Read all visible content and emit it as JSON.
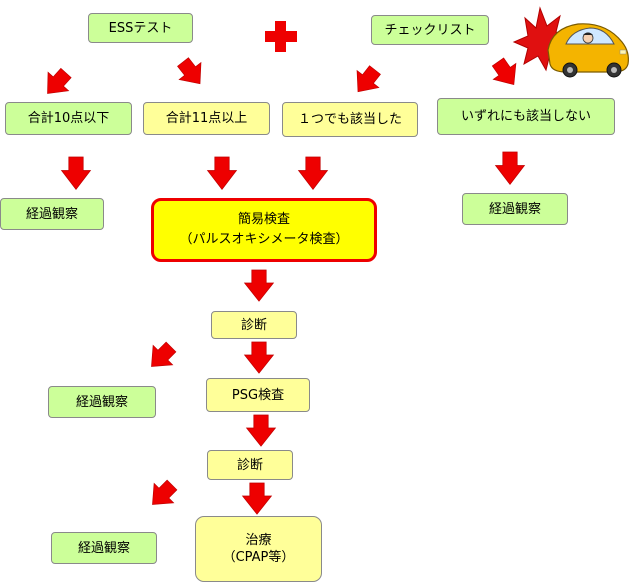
{
  "nodes": {
    "ess_test": "ESSテスト",
    "checklist": "チェックリスト",
    "total_10_or_less": "合計10点以下",
    "total_11_or_more": "合計11点以上",
    "any_applies": "１つでも該当した",
    "none_applies": "いずれにも該当しない",
    "observe_1": "経過観察",
    "observe_2": "経過観察",
    "observe_3": "経過観察",
    "observe_4": "経過観察",
    "simple_test_line1": "簡易検査",
    "simple_test_line2": "（パルスオキシメータ検査）",
    "diagnosis_1": "診断",
    "psg_test": "PSG検査",
    "diagnosis_2": "診断",
    "treatment_line1": "治療",
    "treatment_line2": "（CPAP等）"
  },
  "colors": {
    "arrow": "#ee0000",
    "green_box": "#ccff99",
    "yellow_box": "#ffff99",
    "highlight_fill": "#ffff00",
    "highlight_border": "#ee0000"
  },
  "icons": [
    "plus-icon",
    "car-crash-icon"
  ]
}
